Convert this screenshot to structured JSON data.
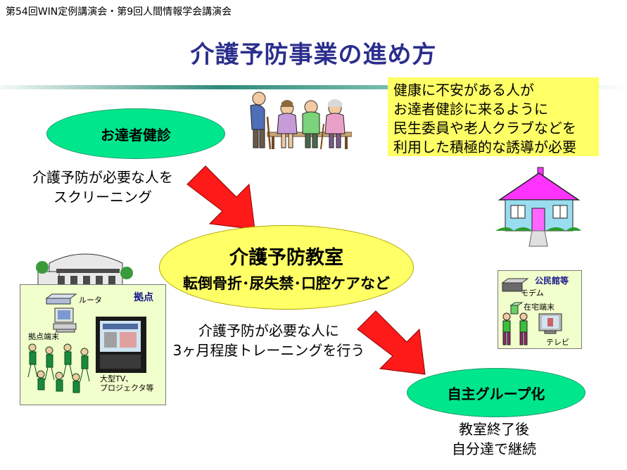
{
  "header": {
    "text": "第54回WIN定例講演会・第9回人間情報学会講演会"
  },
  "title": "介護予防事業の進め方",
  "note_lines": [
    "健康に不安がある人が",
    "お達者健診に来るように",
    "民生委員や老人クラブなどを",
    "利用した積極的な誘導が必要"
  ],
  "health_check": "お達者健診",
  "screening_lines": [
    "介護予防が必要な人を",
    "スクリーニング"
  ],
  "classroom": {
    "title": "介護予防教室",
    "subtitle": "転倒骨折･尿失禁･口腔ケアなど"
  },
  "training_lines": [
    "介護予防が必要な人に",
    "3ヶ月程度トレーニングを行う"
  ],
  "self_group": "自主グループ化",
  "after_lines": [
    "教室終了後",
    "自分達で継続"
  ],
  "left_panel": {
    "base": "拠点",
    "router": "ルータ",
    "terminal": "拠点端末",
    "display": "大型TV、\nプロジェクタ等"
  },
  "right_panel": {
    "community": "公民館等",
    "modem": "モデム",
    "home_terminal": "在宅端末",
    "tv": "テレビ"
  },
  "colors": {
    "title": "#2b2e8c",
    "green": "#00e68c",
    "yellow": "#ffff66",
    "arrow": "#ff1a1a",
    "house_roof": "#ff33ff"
  }
}
